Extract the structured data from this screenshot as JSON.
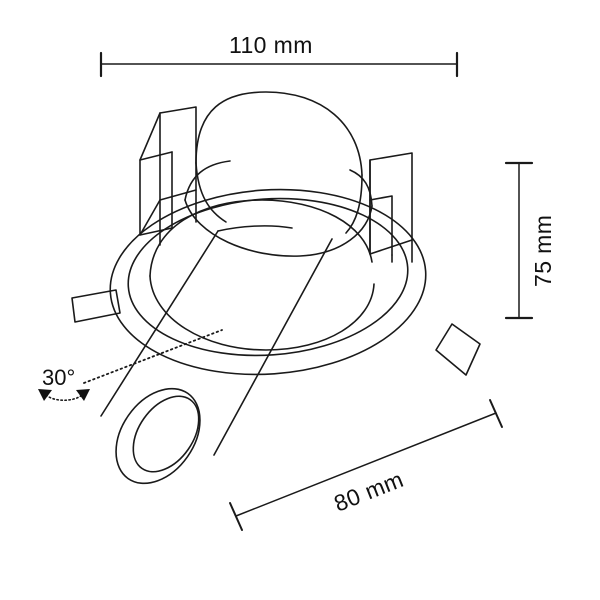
{
  "drawing": {
    "title": "Recessed adjustable spotlight dimensioned line drawing",
    "line_color": "#1a1a1a",
    "background_color": "#ffffff",
    "stroke_width": 1.6
  },
  "dimensions": {
    "width": {
      "label": "110 mm",
      "value": 110,
      "unit": "mm",
      "orientation": "horizontal",
      "position": "top"
    },
    "height": {
      "label": "75 mm",
      "value": 75,
      "unit": "mm",
      "orientation": "vertical-rotated",
      "position": "right"
    },
    "depth": {
      "label": "80 mm",
      "value": 80,
      "unit": "mm",
      "orientation": "angled",
      "position": "bottom-right"
    },
    "angle": {
      "label": "30°",
      "value": 30,
      "unit": "degrees",
      "position": "left"
    }
  },
  "parts": {
    "dome_body": "dome-body",
    "trim_ring": "trim-ring",
    "inner_cone": "inner-cone",
    "tilt_barrel": "tilt-barrel",
    "spring_clip_left": "spring-clip-left",
    "spring_clip_right": "spring-clip-right",
    "mount_tab_left": "mount-tab-left",
    "mount_tab_right": "mount-tab-right",
    "axis_reference": "axis-reference-line"
  }
}
